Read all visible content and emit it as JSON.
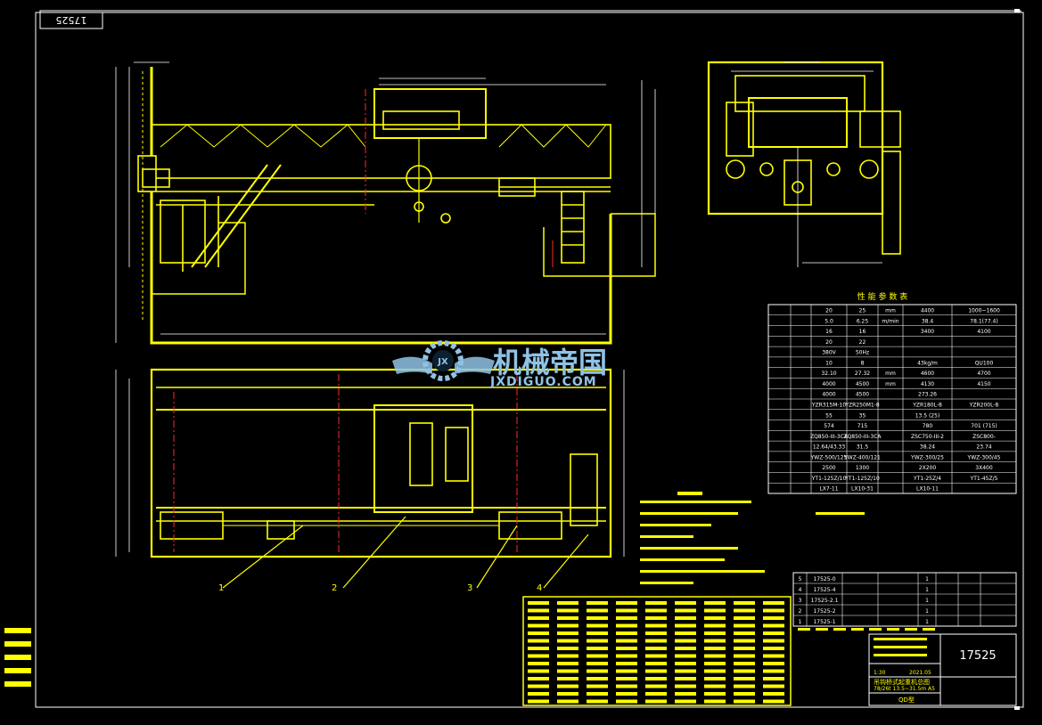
{
  "drawing": {
    "number": "17525",
    "number_mirrored": "17525",
    "title_line1": "吊钩桥式起重机总图",
    "title_line2": "78/26t  13.5~31.5m  A5",
    "code": "QD型",
    "scale": "1:30",
    "sheet_ratio": "1:30",
    "date": "2021.05"
  },
  "param_table": {
    "title": "性 能 参 数 表",
    "rows": [
      [
        "",
        "",
        "20",
        "25",
        "mm",
        "4400",
        "1000~1600"
      ],
      [
        "",
        "",
        "5.0",
        "6.25",
        "m/min",
        "38.4",
        "78.1(77.4)"
      ],
      [
        "",
        "",
        "16",
        "16",
        "",
        "3400",
        "4100"
      ],
      [
        "",
        "",
        "20",
        "22",
        "",
        "",
        ""
      ],
      [
        "",
        "",
        "380V",
        "50Hz",
        "",
        "",
        ""
      ],
      [
        "",
        "",
        "10",
        "8",
        "",
        "43kg/m",
        "QU100"
      ],
      [
        "",
        "",
        "32.10",
        "27.32",
        "mm",
        "4600",
        "4700"
      ],
      [
        "",
        "",
        "4000",
        "4500",
        "mm",
        "4130",
        "4150"
      ],
      [
        "",
        "",
        "4000",
        "4500",
        "",
        "273.26",
        ""
      ],
      [
        "",
        "",
        "YZR315M-10",
        "YZR250M1-8",
        "",
        "YZR180L-8",
        "YZR200L-8"
      ],
      [
        "",
        "",
        "55",
        "35",
        "",
        "13.5 (25)",
        ""
      ],
      [
        "",
        "",
        "574",
        "715",
        "",
        "780",
        "701 (715)"
      ],
      [
        "",
        "",
        "ZQ850-III-3CA",
        "ZQ850-III-3CA",
        "",
        "ZSC750-III-2",
        "ZSC800-"
      ],
      [
        "",
        "",
        "12.64/43.33",
        "31.5",
        "",
        "38.24",
        "23.74"
      ],
      [
        "",
        "",
        "YWZ-500/125",
        "YWZ-400/121",
        "",
        "YWZ-300/25",
        "YWZ-300/45"
      ],
      [
        "",
        "",
        "2500",
        "1300",
        "",
        "2X200",
        "3X400"
      ],
      [
        "",
        "",
        "YT1-125Z/10",
        "YT1-125Z/10",
        "",
        "YT1-25Z/4",
        "YT1-45Z/5"
      ],
      [
        "",
        "",
        "LX7-11",
        "LX10-31",
        "",
        "LX10-11",
        ""
      ]
    ]
  },
  "bom": {
    "rows": [
      [
        "5",
        "17525-0",
        "",
        "",
        "1",
        "",
        ""
      ],
      [
        "4",
        "17525-4",
        "",
        "",
        "1",
        "",
        ""
      ],
      [
        "3",
        "17525-2.1",
        "",
        "",
        "1",
        "",
        ""
      ],
      [
        "2",
        "17525-2",
        "",
        "",
        "1",
        "",
        ""
      ],
      [
        "1",
        "17525-1",
        "",
        "",
        "1",
        "",
        ""
      ]
    ]
  },
  "balloons": [
    "1",
    "2",
    "3",
    "4"
  ],
  "watermark": {
    "logo_text": "JX",
    "name": "机械帝国",
    "url": "JXDIGUO.COM"
  },
  "colors": {
    "background": "#000000",
    "lines": "#ffff00",
    "dims": "#ffffff",
    "centerlines": "#ff2a2a",
    "border": "#ffffff",
    "watermark": "#8fc3e6"
  }
}
